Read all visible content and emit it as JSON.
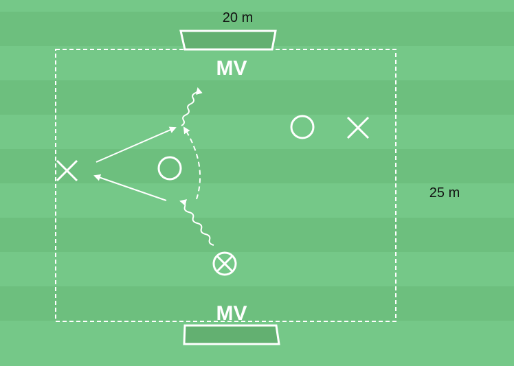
{
  "diagram": {
    "width_label": "20 m",
    "length_label": "25 m",
    "goal_top_label": "MV",
    "goal_bottom_label": "MV",
    "colors": {
      "grass_light": "#75c888",
      "grass_dark": "#6dbf7e",
      "goal_fill": "#63b071",
      "lines": "#ffffff"
    },
    "players": [
      {
        "symbol": "cross",
        "team": "attack"
      },
      {
        "symbol": "circle",
        "team": "defense"
      },
      {
        "symbol": "circle",
        "team": "defense"
      },
      {
        "symbol": "cross",
        "team": "attack"
      },
      {
        "symbol": "circle-cross",
        "team": "attack-with-ball"
      }
    ]
  }
}
